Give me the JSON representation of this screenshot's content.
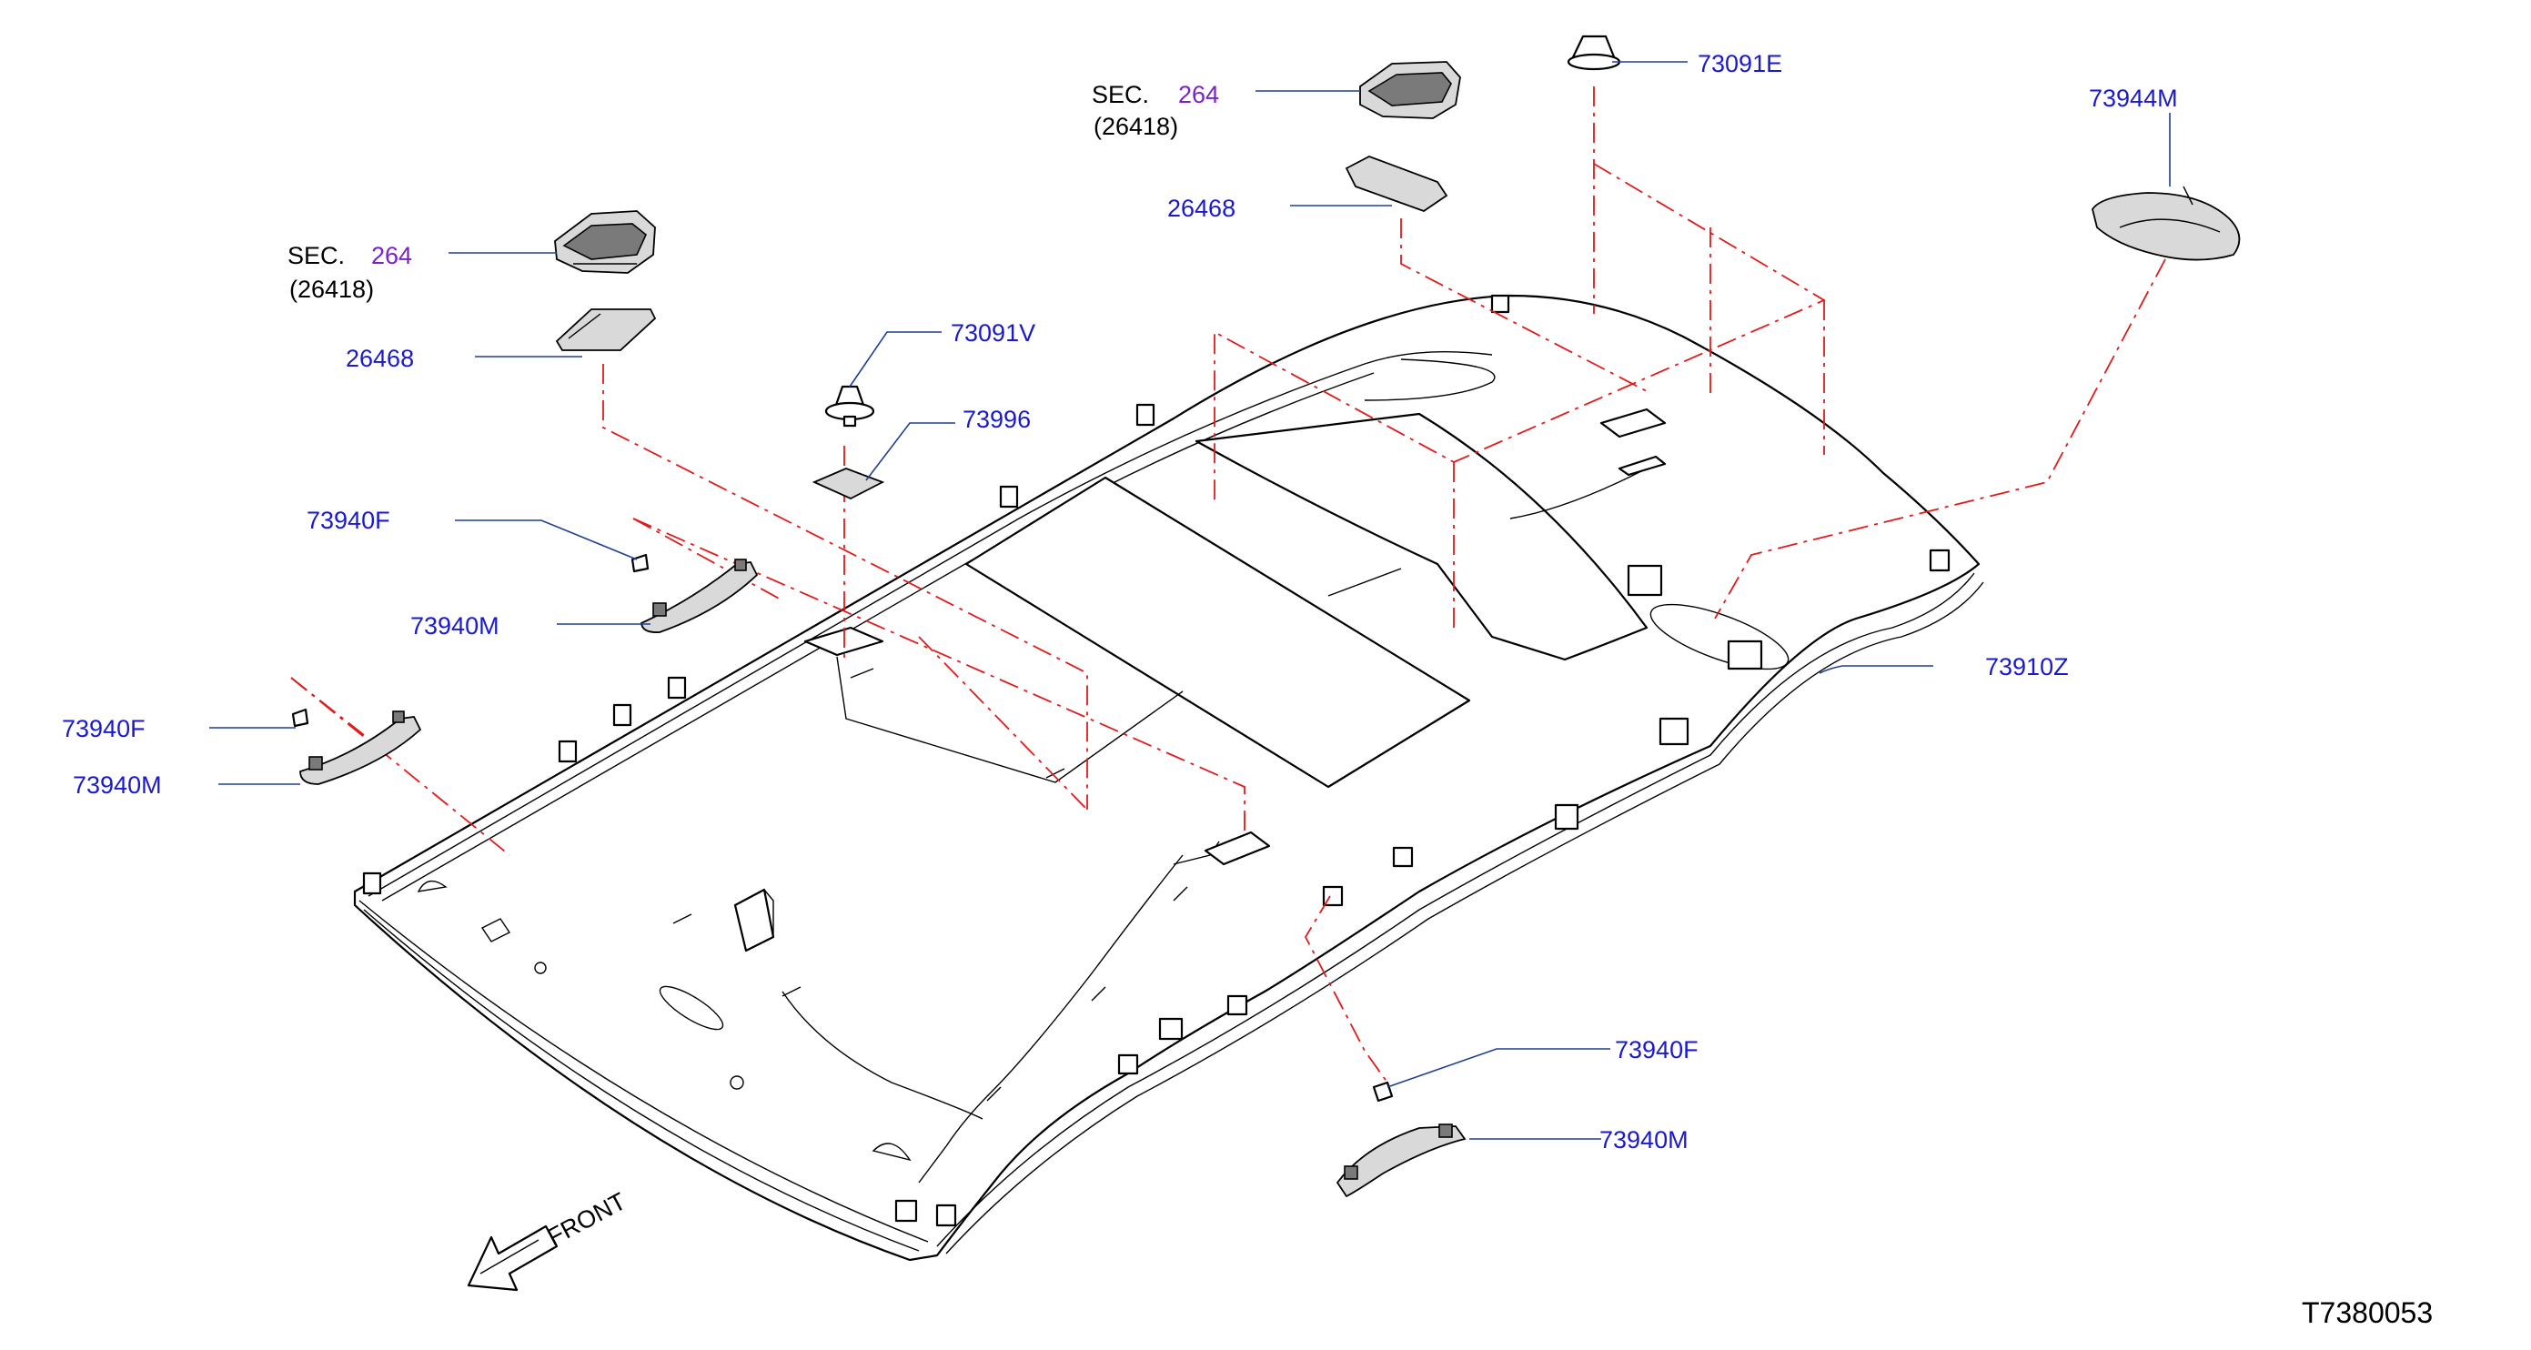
{
  "diagram": {
    "labels": {
      "sec_a_text": "SEC.",
      "sec_a_num": "264",
      "sec_a_sub": "(26418)",
      "sec_b_text": "SEC.",
      "sec_b_num": "264",
      "sec_b_sub": "(26418)",
      "p26468_a": "26468",
      "p26468_b": "26468",
      "p73091E": "73091E",
      "p73944M": "73944M",
      "p73091V": "73091V",
      "p73996": "73996",
      "p73940F_a": "73940F",
      "p73940M_a": "73940M",
      "p73940F_b": "73940F",
      "p73940M_b": "73940M",
      "p73910Z": "73910Z",
      "p73940F_c": "73940F",
      "p73940M_c": "73940M",
      "front": "FRONT",
      "drawing_no": "T7380053"
    },
    "colors": {
      "part_number": "#1a1acc",
      "section_ref": "#7a22c8",
      "leader": "#1f3f8f",
      "dash_line": "#e01b1b"
    },
    "icons": [
      "map-lamp-icon",
      "lamp-bracket-icon",
      "clip-icon",
      "pad-icon",
      "assist-grip-icon",
      "grip-cover-icon",
      "sunroof-finisher-icon",
      "headlining-icon",
      "front-arrow-icon"
    ]
  }
}
